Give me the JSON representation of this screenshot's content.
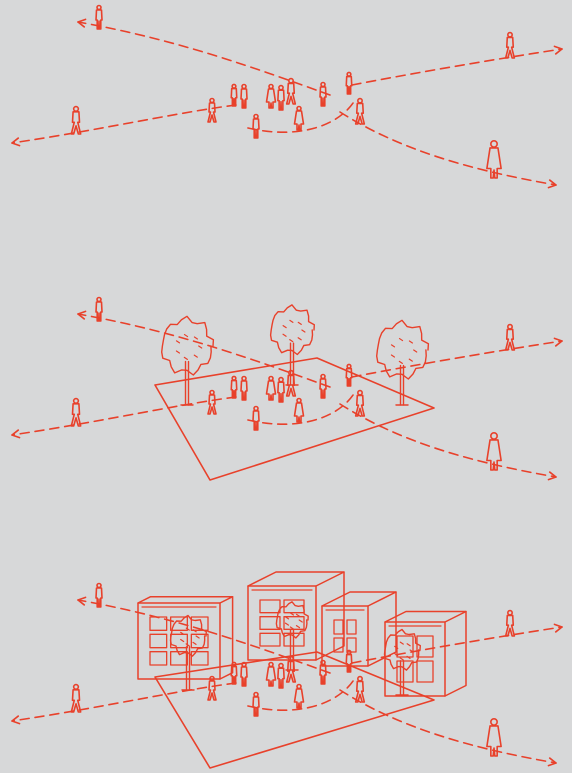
{
  "diagram": {
    "background_color": "#d7d8d9",
    "line_color": "#e8412b",
    "panels": [
      {
        "stage": "people-paths"
      },
      {
        "stage": "paths-with-plaza-and-trees"
      },
      {
        "stage": "paths-with-plaza-trees-and-buildings"
      }
    ]
  }
}
